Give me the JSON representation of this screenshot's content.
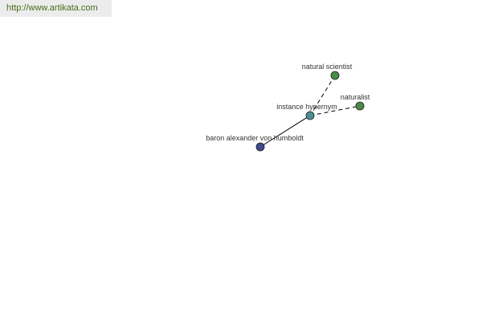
{
  "banner": {
    "url": "http://www.artikata.com"
  },
  "graph": {
    "nodes": [
      {
        "id": "humboldt",
        "label": "baron alexander von humboldt",
        "color": "#404a8c"
      },
      {
        "id": "hypernym",
        "label": "instance hypernym",
        "color": "#4f8f94"
      },
      {
        "id": "scientist",
        "label": "natural scientist",
        "color": "#4a8a4a"
      },
      {
        "id": "naturalist",
        "label": "naturalist",
        "color": "#4a8a4a"
      }
    ],
    "edges": [
      {
        "from": "humboldt",
        "to": "hypernym",
        "style": "solid"
      },
      {
        "from": "hypernym",
        "to": "scientist",
        "style": "dashed"
      },
      {
        "from": "hypernym",
        "to": "naturalist",
        "style": "dashed"
      }
    ]
  }
}
